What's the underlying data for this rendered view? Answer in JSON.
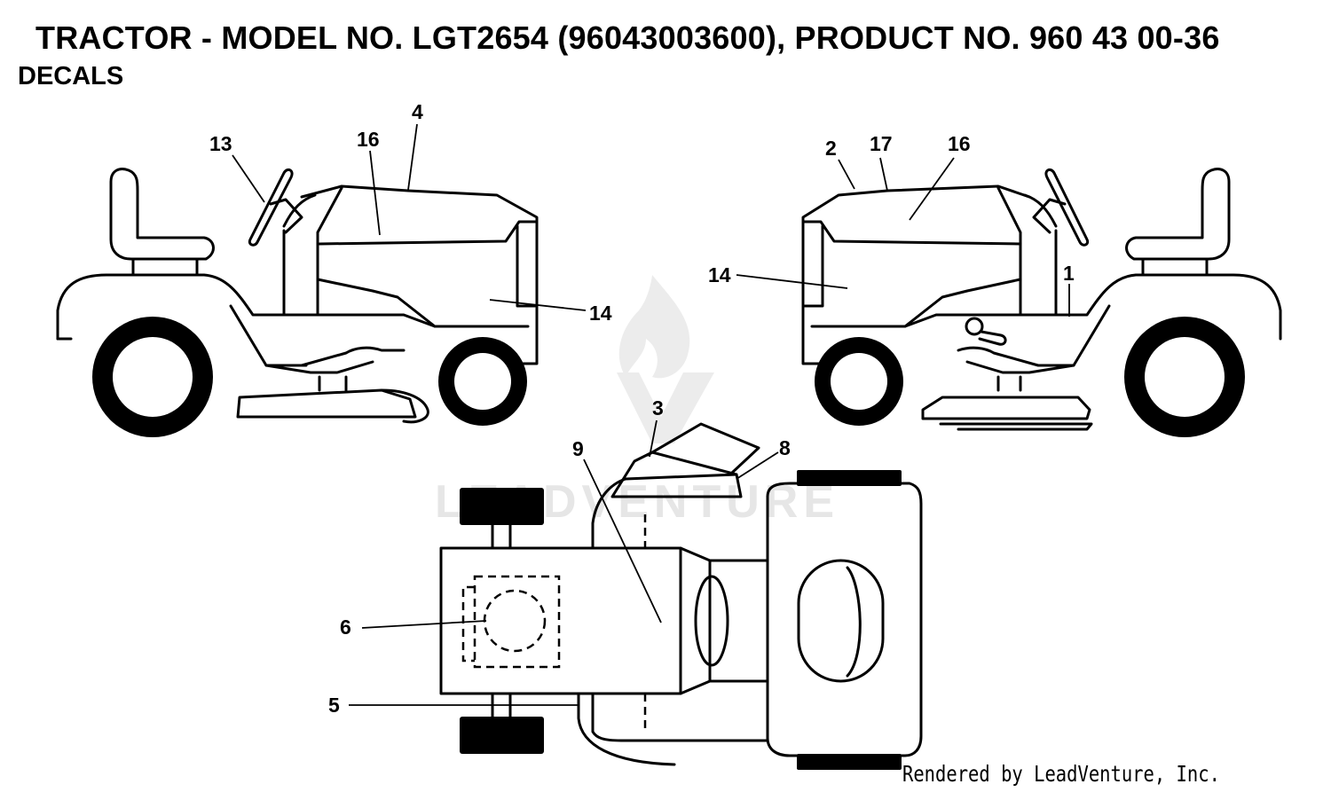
{
  "header": {
    "title": "TRACTOR - MODEL NO. LGT2654 (96043003600), PRODUCT NO. 960 43 00-36",
    "subtitle": "DECALS"
  },
  "watermark": {
    "text": "LEADVENTURE"
  },
  "footer": {
    "credit": "Rendered by LeadVenture, Inc."
  },
  "callouts": {
    "left_view": {
      "c13": "13",
      "c16": "16",
      "c4": "4",
      "c14": "14"
    },
    "right_view": {
      "c2": "2",
      "c17": "17",
      "c16": "16",
      "c14": "14",
      "c1": "1"
    },
    "top_view": {
      "c3": "3",
      "c8": "8",
      "c9": "9",
      "c6": "6",
      "c5": "5"
    }
  },
  "colors": {
    "line": "#000000",
    "watermark": "#e6e6e6"
  }
}
